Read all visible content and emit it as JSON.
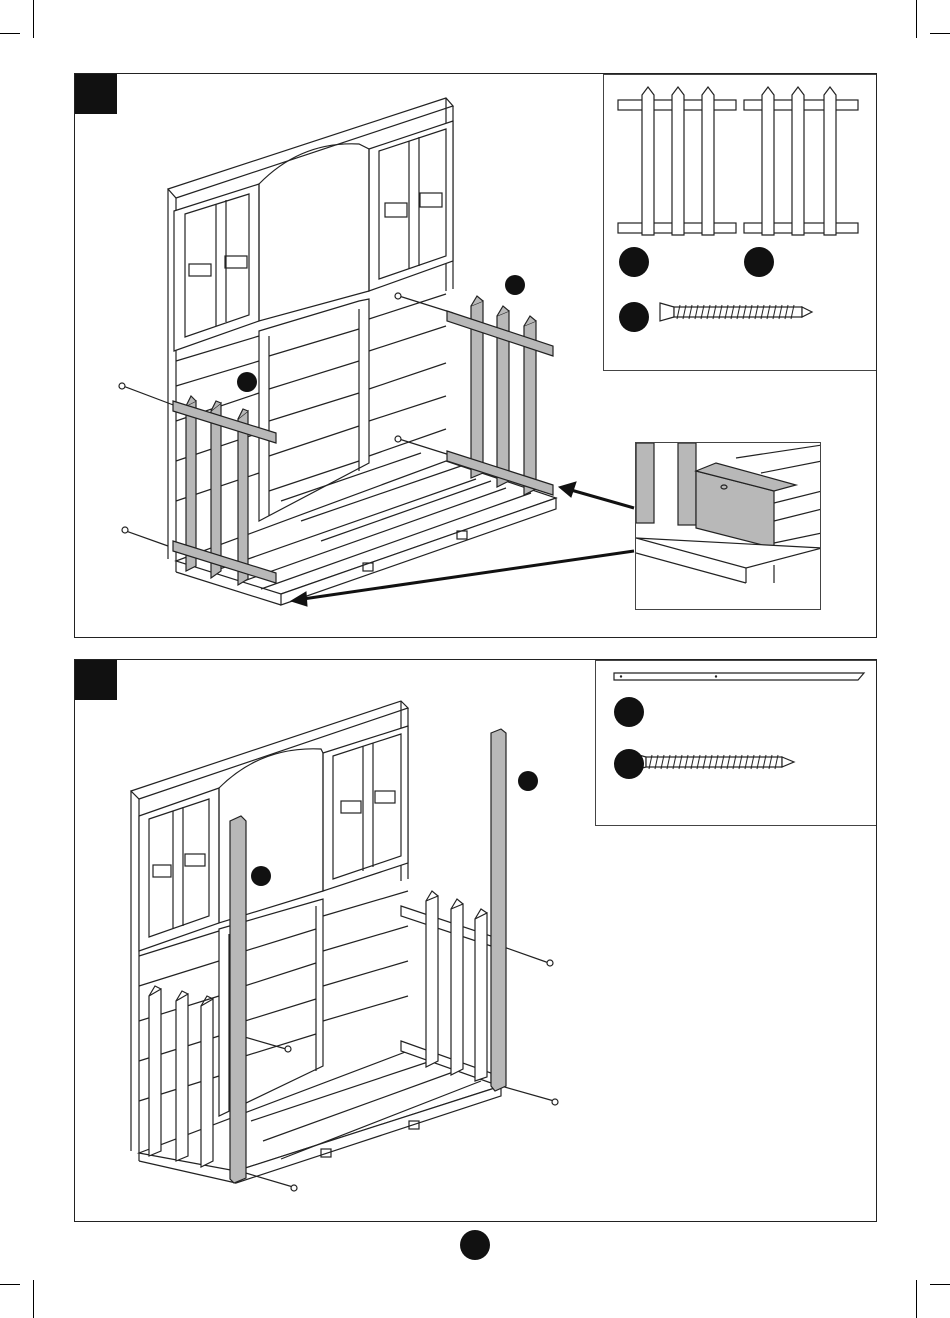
{
  "document": {
    "type": "assembly-instruction-page",
    "steps": [
      {
        "id": "step-a",
        "parts": [
          "fence-panel-left",
          "fence-panel-right",
          "wood-screw"
        ],
        "icons": [
          "fence-panel-icon",
          "screw-icon",
          "arrow-icon",
          "detail-inset"
        ]
      },
      {
        "id": "step-b",
        "parts": [
          "corner-post",
          "wood-screw"
        ],
        "icons": [
          "post-icon",
          "screw-icon"
        ]
      }
    ],
    "colors": {
      "ink": "#111111",
      "grey_part": "#b5b5b5",
      "line": "#222222"
    }
  }
}
